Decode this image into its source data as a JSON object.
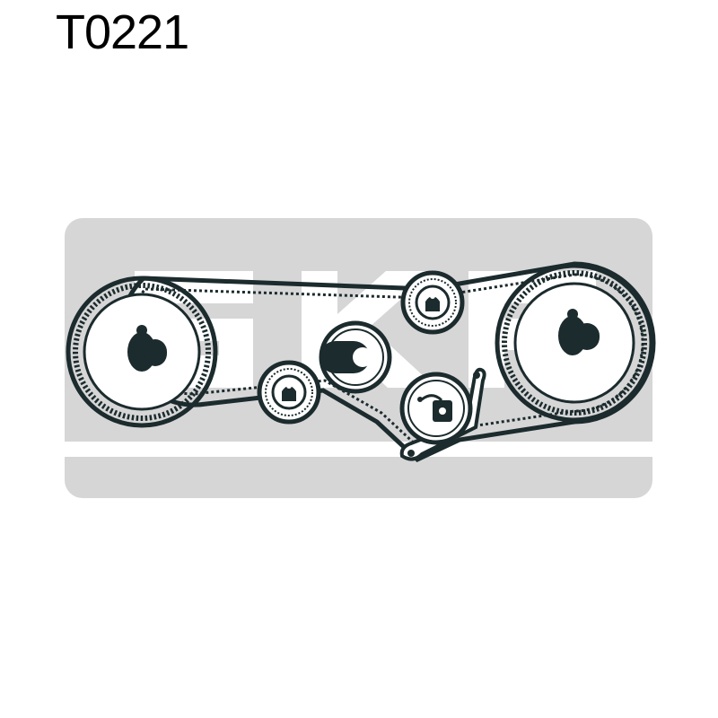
{
  "header": {
    "part_code": "T0221"
  },
  "brand": {
    "logo_text": "SKF"
  },
  "colors": {
    "ink": "#1c2b2d",
    "panel": "#d6d6d6",
    "logo_fill": "#ffffff",
    "background": "#ffffff"
  },
  "diagram": {
    "components": [
      "crankshaft-gear",
      "camshaft-gear-left",
      "camshaft-gear-right",
      "idler-pulley-upper",
      "idler-pulley-lower",
      "guide-pulley",
      "tensioner-pulley",
      "tensioner-arm",
      "timing-belt"
    ]
  }
}
